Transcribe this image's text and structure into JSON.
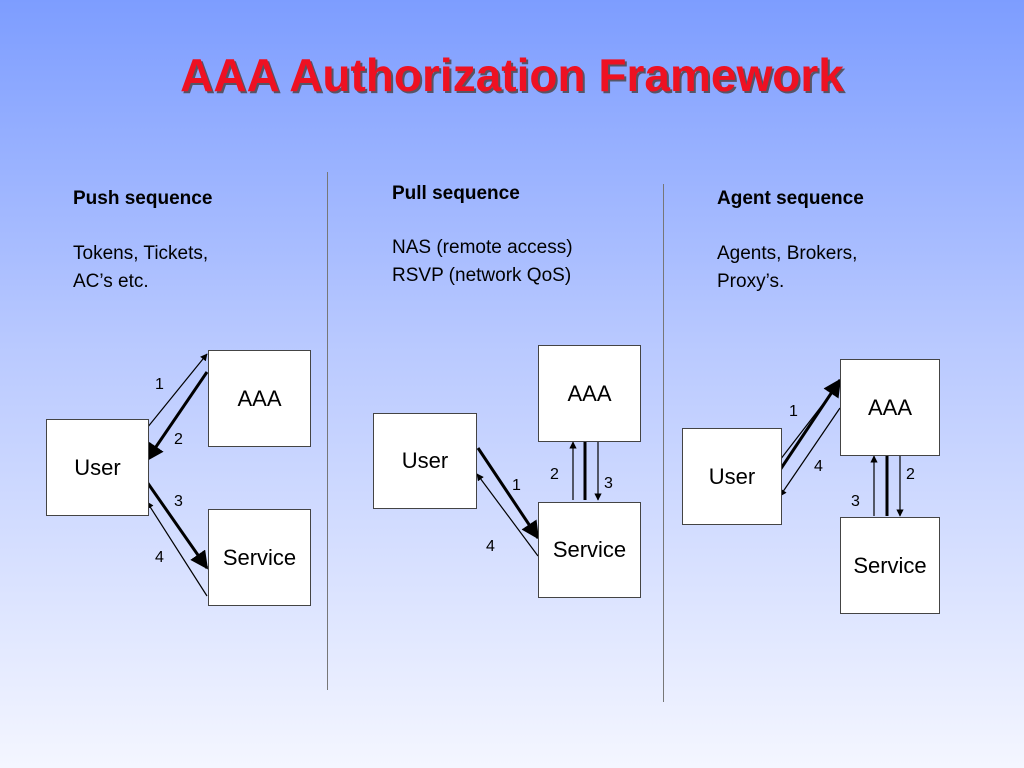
{
  "title": "AAA Authorization Framework",
  "push": {
    "heading": "Push sequence",
    "desc_line1": "Tokens, Tickets,",
    "desc_line2": "AC’s etc.",
    "user": "User",
    "aaa": "AAA",
    "service": "Service",
    "n1": "1",
    "n2": "2",
    "n3": "3",
    "n4": "4"
  },
  "pull": {
    "heading": "Pull sequence",
    "desc_line1": "NAS (remote access)",
    "desc_line2": "RSVP (network QoS)",
    "user": "User",
    "aaa": "AAA",
    "service": "Service",
    "n1": "1",
    "n2": "2",
    "n3": "3",
    "n4": "4"
  },
  "agent": {
    "heading": "Agent sequence",
    "desc_line1": "Agents, Brokers,",
    "desc_line2": "Proxy’s.",
    "user": "User",
    "aaa": "AAA",
    "service": "Service",
    "n1": "1",
    "n2": "2",
    "n3": "3",
    "n4": "4"
  }
}
